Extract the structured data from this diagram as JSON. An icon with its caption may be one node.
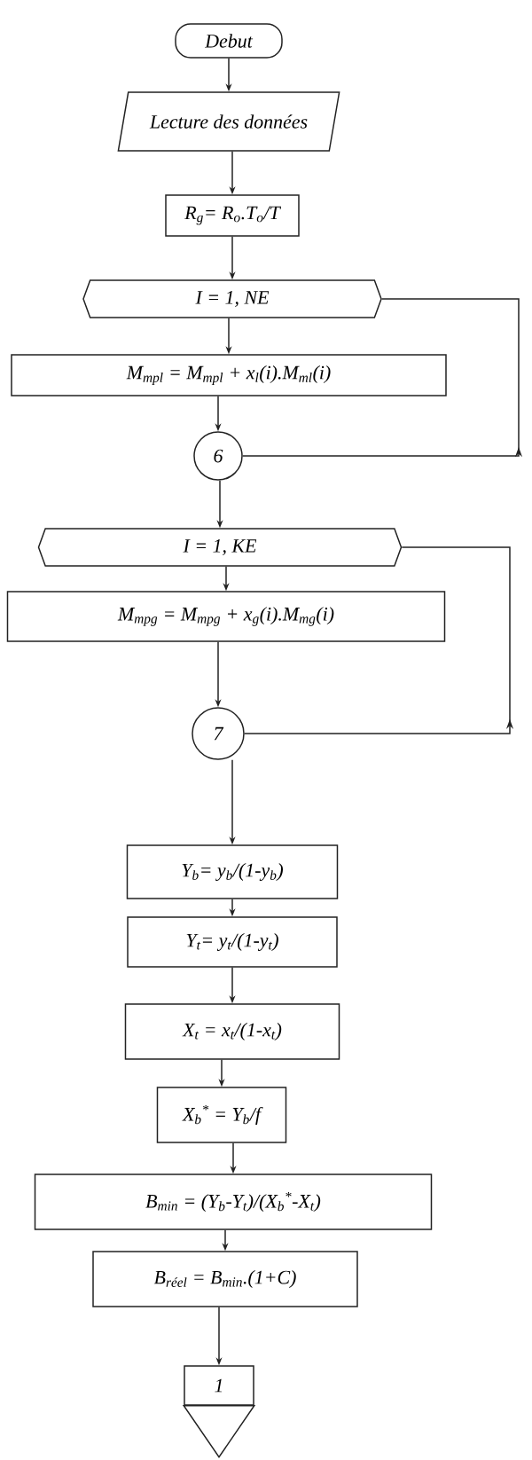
{
  "diagram": {
    "nodes": [
      {
        "text": [
          "Debut"
        ]
      },
      {
        "text": [
          "Lecture des données"
        ]
      },
      {
        "text": [
          "R$_{g}$= R$_{o}$.T$_{o}$/T"
        ]
      },
      {
        "text": [
          "I = 1, NE"
        ]
      },
      {
        "text": [
          "M$_{mpl}$ = M$_{mpl}$ + x$_{l}$(i).M$_{ml}$(i)"
        ]
      },
      {
        "text": [
          "6"
        ]
      },
      {
        "text": [
          "I = 1, KE"
        ]
      },
      {
        "text": [
          "M$_{mpg}$ = M$_{mpg}$ + x$_{g}$(i).M$_{mg}$(i)"
        ]
      },
      {
        "text": [
          "7"
        ]
      },
      {
        "text": [
          "Y$_{b}$= y$_{b}$/(1-y$_{b}$)"
        ]
      },
      {
        "text": [
          "Y$_{t}$= y$_{t}$/(1-y$_{t}$)"
        ]
      },
      {
        "text": [
          "X$_{t}$ = x$_{t}$/(1-x$_{t}$)"
        ]
      },
      {
        "text": [
          "X$_{b}$$^{*}$ = Y$_{b}$/f"
        ]
      },
      {
        "text": [
          "B$_{min}$ = (Y$_{b}$-Y$_{t}$)/(X$_{b}$$^{*}$-X$_{t}$)"
        ]
      },
      {
        "text": [
          "B$_{réel}$ = B$_{min}$.(1+C)"
        ]
      },
      {
        "text": [
          "1"
        ]
      }
    ],
    "edges": [
      {
        "from": 0,
        "to": 1,
        "arrow": "to"
      },
      {
        "from": 1,
        "to": 2,
        "arrow": "to"
      },
      {
        "from": 2,
        "to": 3,
        "arrow": "to"
      },
      {
        "from": 3,
        "to": 4,
        "arrow": "to"
      },
      {
        "from": 4,
        "to": 5,
        "arrow": "to"
      },
      {
        "from": 5,
        "to": 3,
        "arrow": "to"
      },
      {
        "from": 5,
        "to": 6,
        "arrow": "to"
      },
      {
        "from": 6,
        "to": 7,
        "arrow": "to"
      },
      {
        "from": 7,
        "to": 8,
        "arrow": "to"
      },
      {
        "from": 8,
        "to": 6,
        "arrow": "to"
      },
      {
        "from": 8,
        "to": 9,
        "arrow": "to"
      },
      {
        "from": 9,
        "to": 10,
        "arrow": "to"
      },
      {
        "from": 10,
        "to": 11,
        "arrow": "to"
      },
      {
        "from": 11,
        "to": 12,
        "arrow": "to"
      },
      {
        "from": 12,
        "to": 13,
        "arrow": "to"
      },
      {
        "from": 13,
        "to": 14,
        "arrow": "to"
      },
      {
        "from": 14,
        "to": 15,
        "arrow": "to"
      }
    ]
  }
}
